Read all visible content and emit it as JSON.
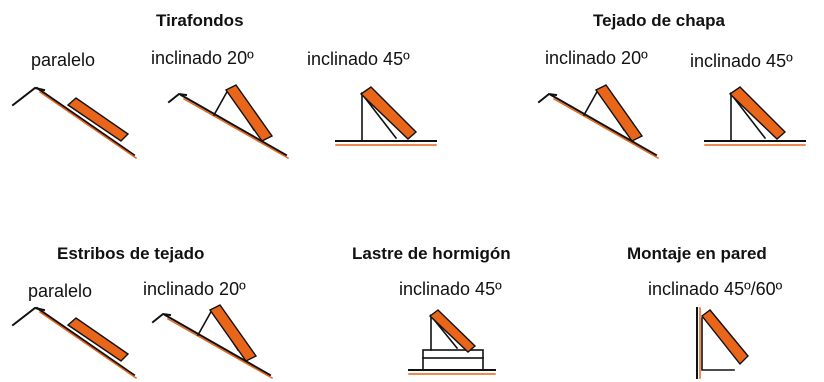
{
  "colors": {
    "panel": "#e8651a",
    "line": "#111111",
    "background": "#ffffff"
  },
  "sections": {
    "tirafondos": {
      "title": "Tirafondos",
      "labels": {
        "paralelo": "paralelo",
        "inclinado20": "inclinado 20º",
        "inclinado45": "inclinado 45º"
      }
    },
    "tejado_chapa": {
      "title": "Tejado de chapa",
      "labels": {
        "inclinado20": "inclinado 20º",
        "inclinado45": "inclinado 45º"
      }
    },
    "estribos": {
      "title": "Estribos de tejado",
      "labels": {
        "paralelo": "paralelo",
        "inclinado20": "inclinado 20º"
      }
    },
    "lastre": {
      "title": "Lastre de hormigón",
      "labels": {
        "inclinado45": "inclinado 45º"
      }
    },
    "pared": {
      "title": "Montaje en pared",
      "labels": {
        "inclinado4560": "inclinado 45º/60º"
      }
    }
  }
}
